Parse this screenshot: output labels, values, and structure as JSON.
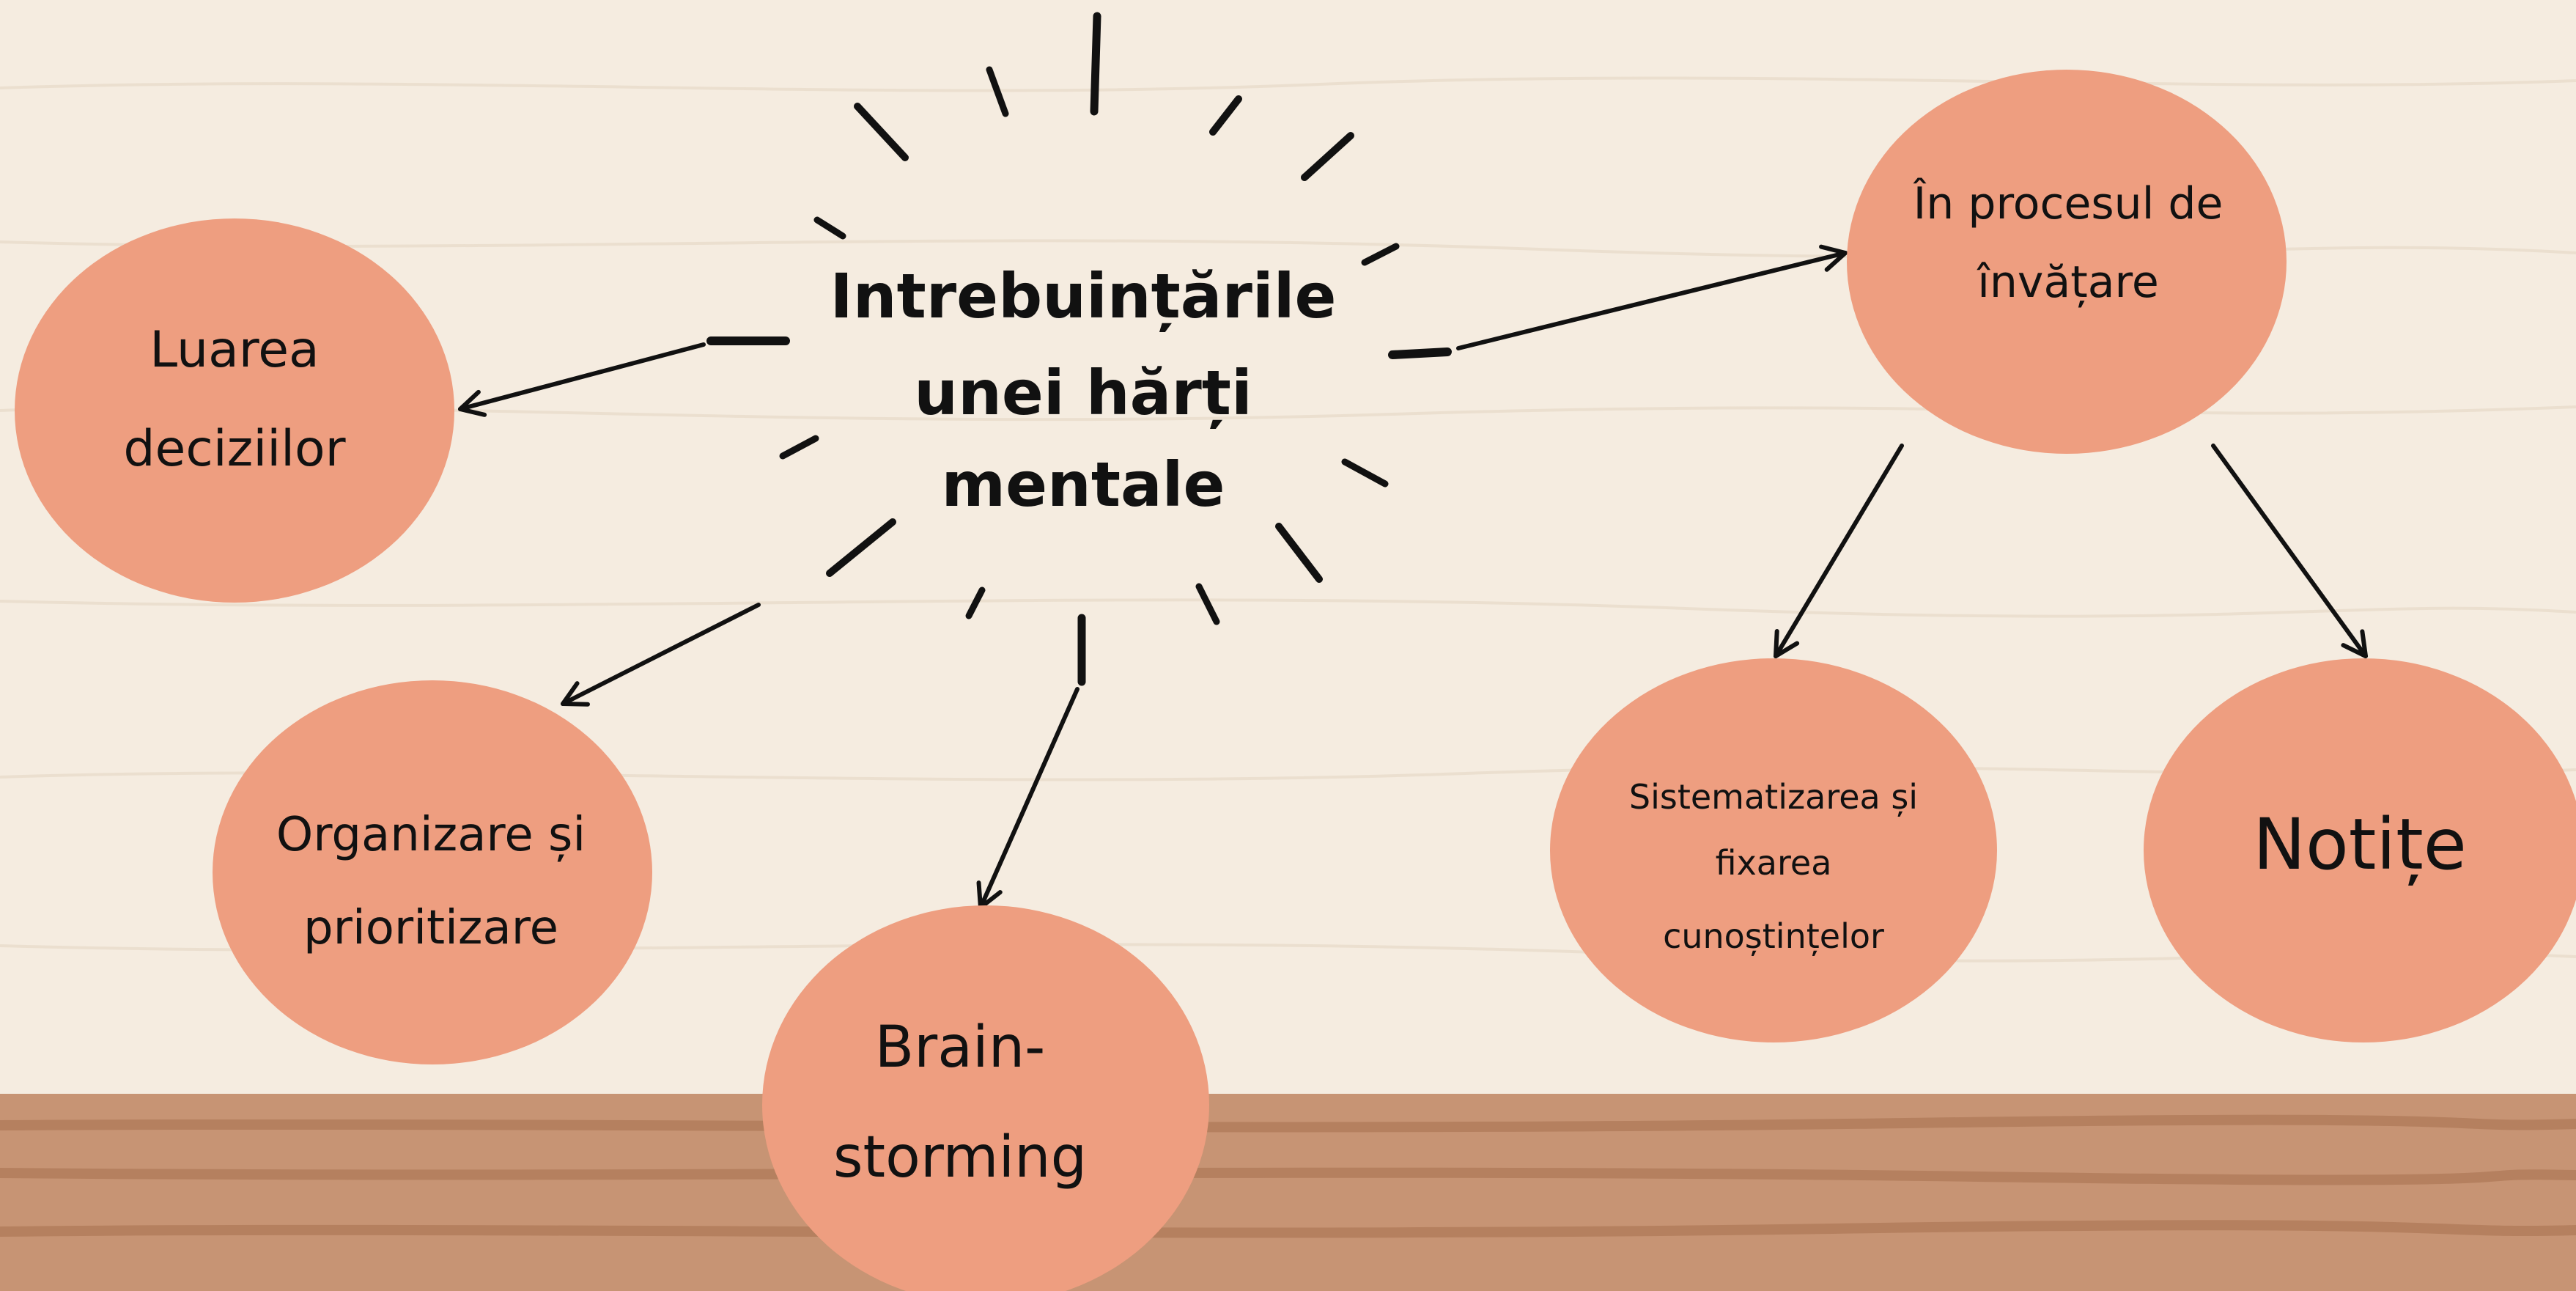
{
  "title": {
    "lines": [
      "Intrebuințările",
      "unei hărți",
      "mentale"
    ]
  },
  "nodes": {
    "luarea": {
      "lines": [
        "Luarea",
        "deciziilor"
      ]
    },
    "organizare": {
      "lines": [
        "Organizare și",
        "prioritizare"
      ]
    },
    "brainstorming": {
      "lines": [
        "Brain-",
        "storming"
      ]
    },
    "invatare": {
      "lines": [
        "În procesul de",
        "învățare"
      ]
    },
    "sistematizarea": {
      "lines": [
        "Sistematizarea și",
        "fixarea",
        "cunoștințelor"
      ]
    },
    "notite": {
      "lines": [
        "Notițe"
      ]
    }
  },
  "colors": {
    "background": "#f5ece0",
    "floor": "#c79474",
    "floor_stripe": "#b5805f",
    "node_fill": "#ee9e80",
    "ink": "#111111"
  }
}
